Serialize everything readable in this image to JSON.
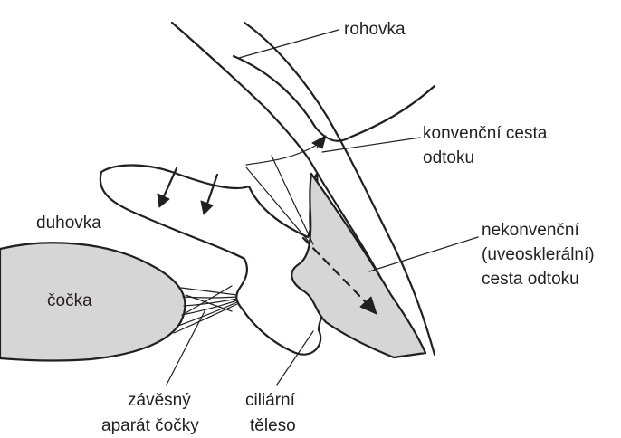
{
  "labels": {
    "cornea": "rohovka",
    "conventional_1": "konvenční cesta",
    "conventional_2": "odtoku",
    "iris": "duhovka",
    "unconventional_1": "nekonvenční",
    "unconventional_2": "(uveosklerální)",
    "unconventional_3": "cesta odtoku",
    "lens": "čočka",
    "zonules_1": "závěsný",
    "zonules_2": "aparát čočky",
    "ciliary_1": "ciliární",
    "ciliary_2": "těleso"
  },
  "colors": {
    "line": "#231f20",
    "tissue_fill": "#d6d6d6",
    "background": "#ffffff"
  }
}
